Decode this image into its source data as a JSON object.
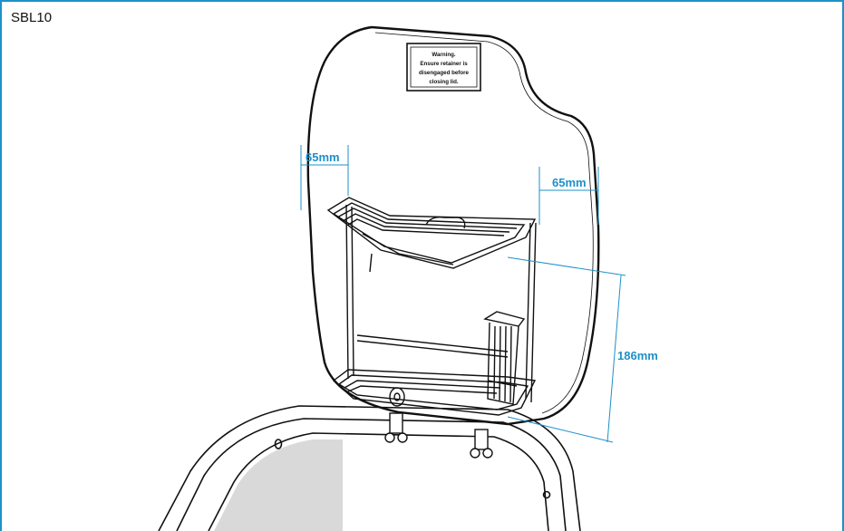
{
  "model_code": "SBL10",
  "warning_label": {
    "lines": [
      "Warning.",
      "Ensure retainer is",
      "disengaged before",
      "closing lid."
    ]
  },
  "dimensions": {
    "left_offset": "65mm",
    "right_offset": "65mm",
    "rack_height": "186mm"
  },
  "colors": {
    "frame": "#1e90c8",
    "dimension": "#1e90c8",
    "line_art": "#111111",
    "shading": "#d9d9d9"
  }
}
